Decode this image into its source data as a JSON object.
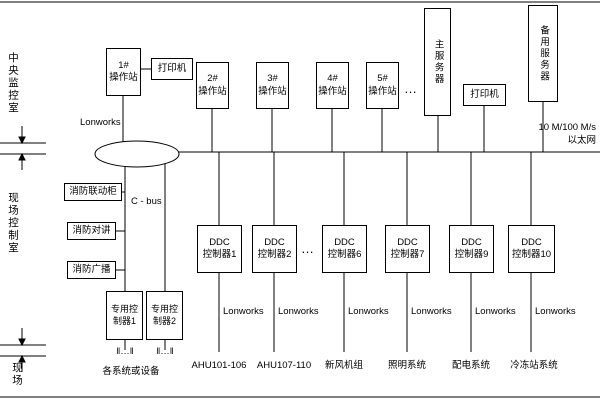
{
  "colors": {
    "line": "#000000",
    "background": "#ffffff"
  },
  "zones": {
    "central": "中央监控室",
    "field_control": "现场控制室",
    "field": "现场"
  },
  "top": {
    "station1": "1#\n操作站",
    "printer1": "打印机",
    "station2": "2#\n操作站",
    "station3": "3#\n操作站",
    "station4": "4#\n操作站",
    "station5": "5#\n操作站",
    "dots": "…",
    "main_server": "主服务器",
    "printer2": "打印机",
    "backup_server": "备用服务器",
    "ethernet": "10 M/100 M/s\n以太网",
    "lonworks": "Lonworks"
  },
  "fire": {
    "linkage": "消防联动柜",
    "intercom": "消防对讲",
    "broadcast": "消防广播",
    "cbus": "C - bus",
    "controller1": "专用控制器1",
    "controller2": "专用控制器2",
    "tap": "‖…‖",
    "devices": "各系统或设备"
  },
  "ddc": {
    "dots": "…",
    "items": [
      {
        "label": "DDC\n控制器1",
        "bus": "Lonworks",
        "system": "AHU101-106"
      },
      {
        "label": "DDC\n控制器2",
        "bus": "Lonworks",
        "system": "AHU107-110"
      },
      {
        "label": "DDC\n控制器6",
        "bus": "Lonworks",
        "system": "新风机组"
      },
      {
        "label": "DDC\n控制器7",
        "bus": "Lonworks",
        "system": "照明系统"
      },
      {
        "label": "DDC\n控制器9",
        "bus": "Lonworks",
        "system": "配电系统"
      },
      {
        "label": "DDC\n控制器10",
        "bus": "Lonworks",
        "system": "冷冻站系统"
      }
    ]
  }
}
